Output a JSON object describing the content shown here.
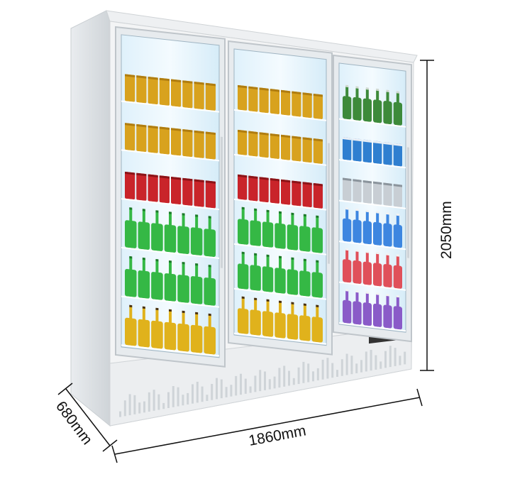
{
  "product": {
    "doors": 3,
    "door_rows": [
      [
        "gold-cans",
        "gold-cans",
        "red-cans",
        "green-bottles",
        "green-bottles",
        "tea-bottles"
      ],
      [
        "gold-cans",
        "gold-cans",
        "red-cans",
        "green-bottles",
        "green-bottles",
        "tea-bottles"
      ],
      [
        "green-glass-bottles",
        "blue-cans",
        "silver-cans",
        "blue-bottles",
        "red-bottles",
        "purple-bottles"
      ]
    ]
  },
  "dimensions": {
    "height": "2050mm",
    "width": "1860mm",
    "depth": "680mm"
  }
}
